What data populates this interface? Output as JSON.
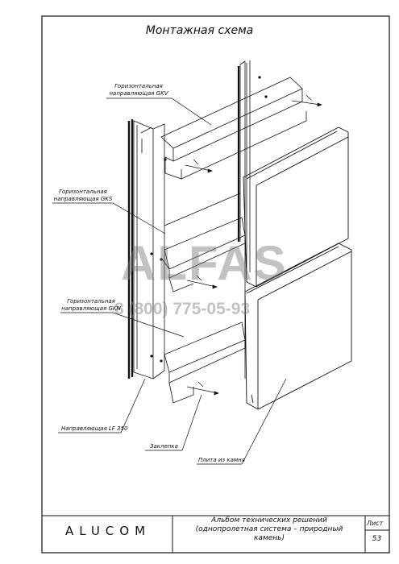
{
  "drawing": {
    "title": "Монтажная схема",
    "labels": {
      "gkv_line1": "Горизонтальная",
      "gkv_line2": "направляющая GKV",
      "gks_line1": "Горизонтальная",
      "gks_line2": "направляющая GKS",
      "gkn_line1": "Горизонтальная",
      "gkn_line2": "направляющая GKN",
      "lf350": "Направляющая LF 350",
      "clip": "Заклепка",
      "stone_slab": "Плита из камня"
    },
    "watermark": {
      "brand": "ALFAS",
      "phone": "8 (800) 775-05-93"
    }
  },
  "title_block": {
    "company": "ALUCOM",
    "album_line1": "Альбом технических решений",
    "album_line2": "(однопролетная система – природный",
    "album_line3": "камень)",
    "sheet_label": "Лист",
    "sheet_number": "53"
  }
}
